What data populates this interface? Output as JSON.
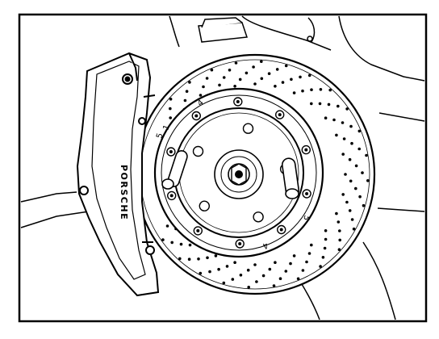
{
  "figure": {
    "caliper_brand": "PORSCHE",
    "rotor_markings": [
      "4",
      "5",
      "4",
      "5",
      "1"
    ],
    "colors": {
      "ink": "#000000",
      "paper": "#ffffff"
    }
  }
}
